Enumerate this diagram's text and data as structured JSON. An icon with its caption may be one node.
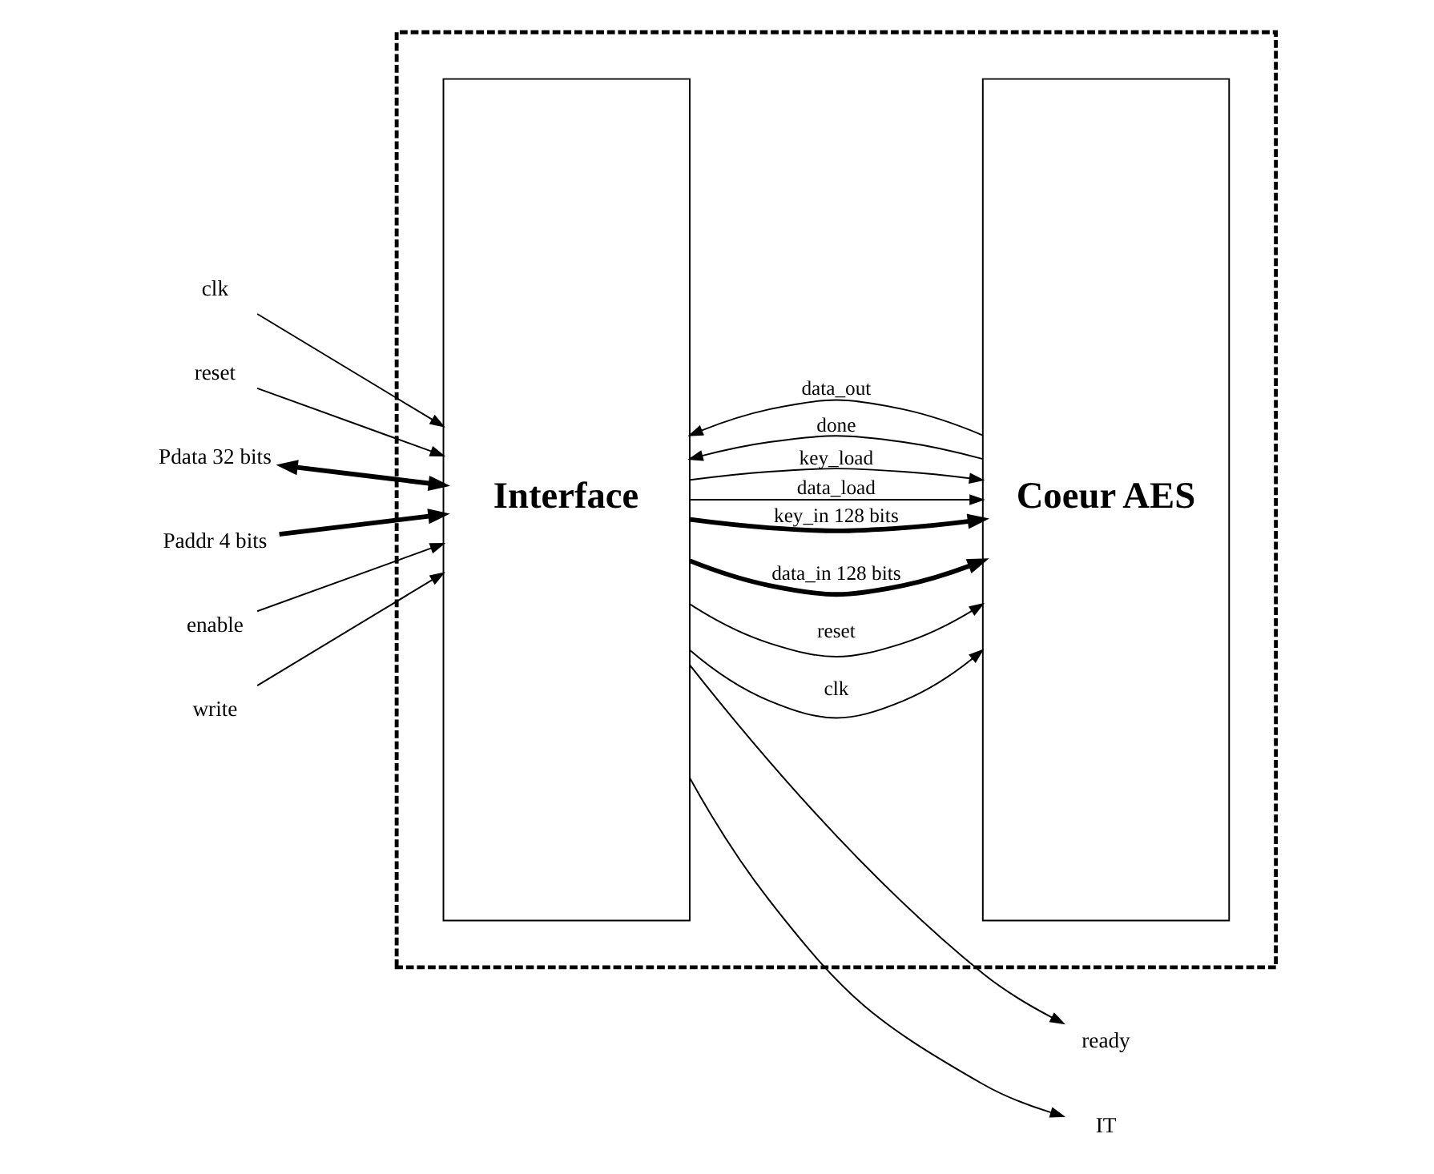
{
  "diagram": {
    "nodes": [
      {
        "text": [],
        "shape": "box"
      },
      {
        "text": [
          "Interface"
        ],
        "in": 0
      },
      {
        "text": [
          "Coeur AES"
        ],
        "in": 0
      },
      {
        "text": [
          "clk"
        ]
      },
      {
        "text": [
          "reset"
        ]
      },
      {
        "text": [
          "Pdata 32 bits"
        ]
      },
      {
        "text": [
          "Paddr 4 bits"
        ]
      },
      {
        "text": [
          "enable"
        ]
      },
      {
        "text": [
          "write"
        ]
      },
      {
        "text": [
          "ready"
        ]
      },
      {
        "text": [
          "IT"
        ]
      }
    ],
    "edges": [
      {
        "from": 3,
        "to": 1,
        "arrow": "to"
      },
      {
        "from": 4,
        "to": 1,
        "arrow": "to"
      },
      {
        "from": 5,
        "to": 1,
        "arrow": "both",
        "style": "thick"
      },
      {
        "from": 6,
        "to": 1,
        "arrow": "to",
        "style": "thick"
      },
      {
        "from": 7,
        "to": 1,
        "arrow": "to"
      },
      {
        "from": 8,
        "to": 1,
        "arrow": "to"
      },
      {
        "from": 1,
        "to": 9,
        "arrow": "to"
      },
      {
        "from": 1,
        "to": 10,
        "arrow": "to"
      },
      {
        "from": 1,
        "to": 2,
        "arrow": "to",
        "label": "clk"
      },
      {
        "from": 1,
        "to": 2,
        "arrow": "to",
        "label": "reset"
      },
      {
        "from": 1,
        "to": 2,
        "arrow": "to",
        "label": "data_in 128 bits",
        "style": "thick"
      },
      {
        "from": 1,
        "to": 2,
        "arrow": "to",
        "label": "key_in 128 bits",
        "style": "thick"
      },
      {
        "from": 1,
        "to": 2,
        "arrow": "to",
        "label": "data_load"
      },
      {
        "from": 1,
        "to": 2,
        "arrow": "to",
        "label": "key_load"
      },
      {
        "from": 2,
        "to": 1,
        "arrow": "to",
        "label": "done"
      },
      {
        "from": 2,
        "to": 1,
        "arrow": "to",
        "label": "data_out"
      }
    ]
  }
}
